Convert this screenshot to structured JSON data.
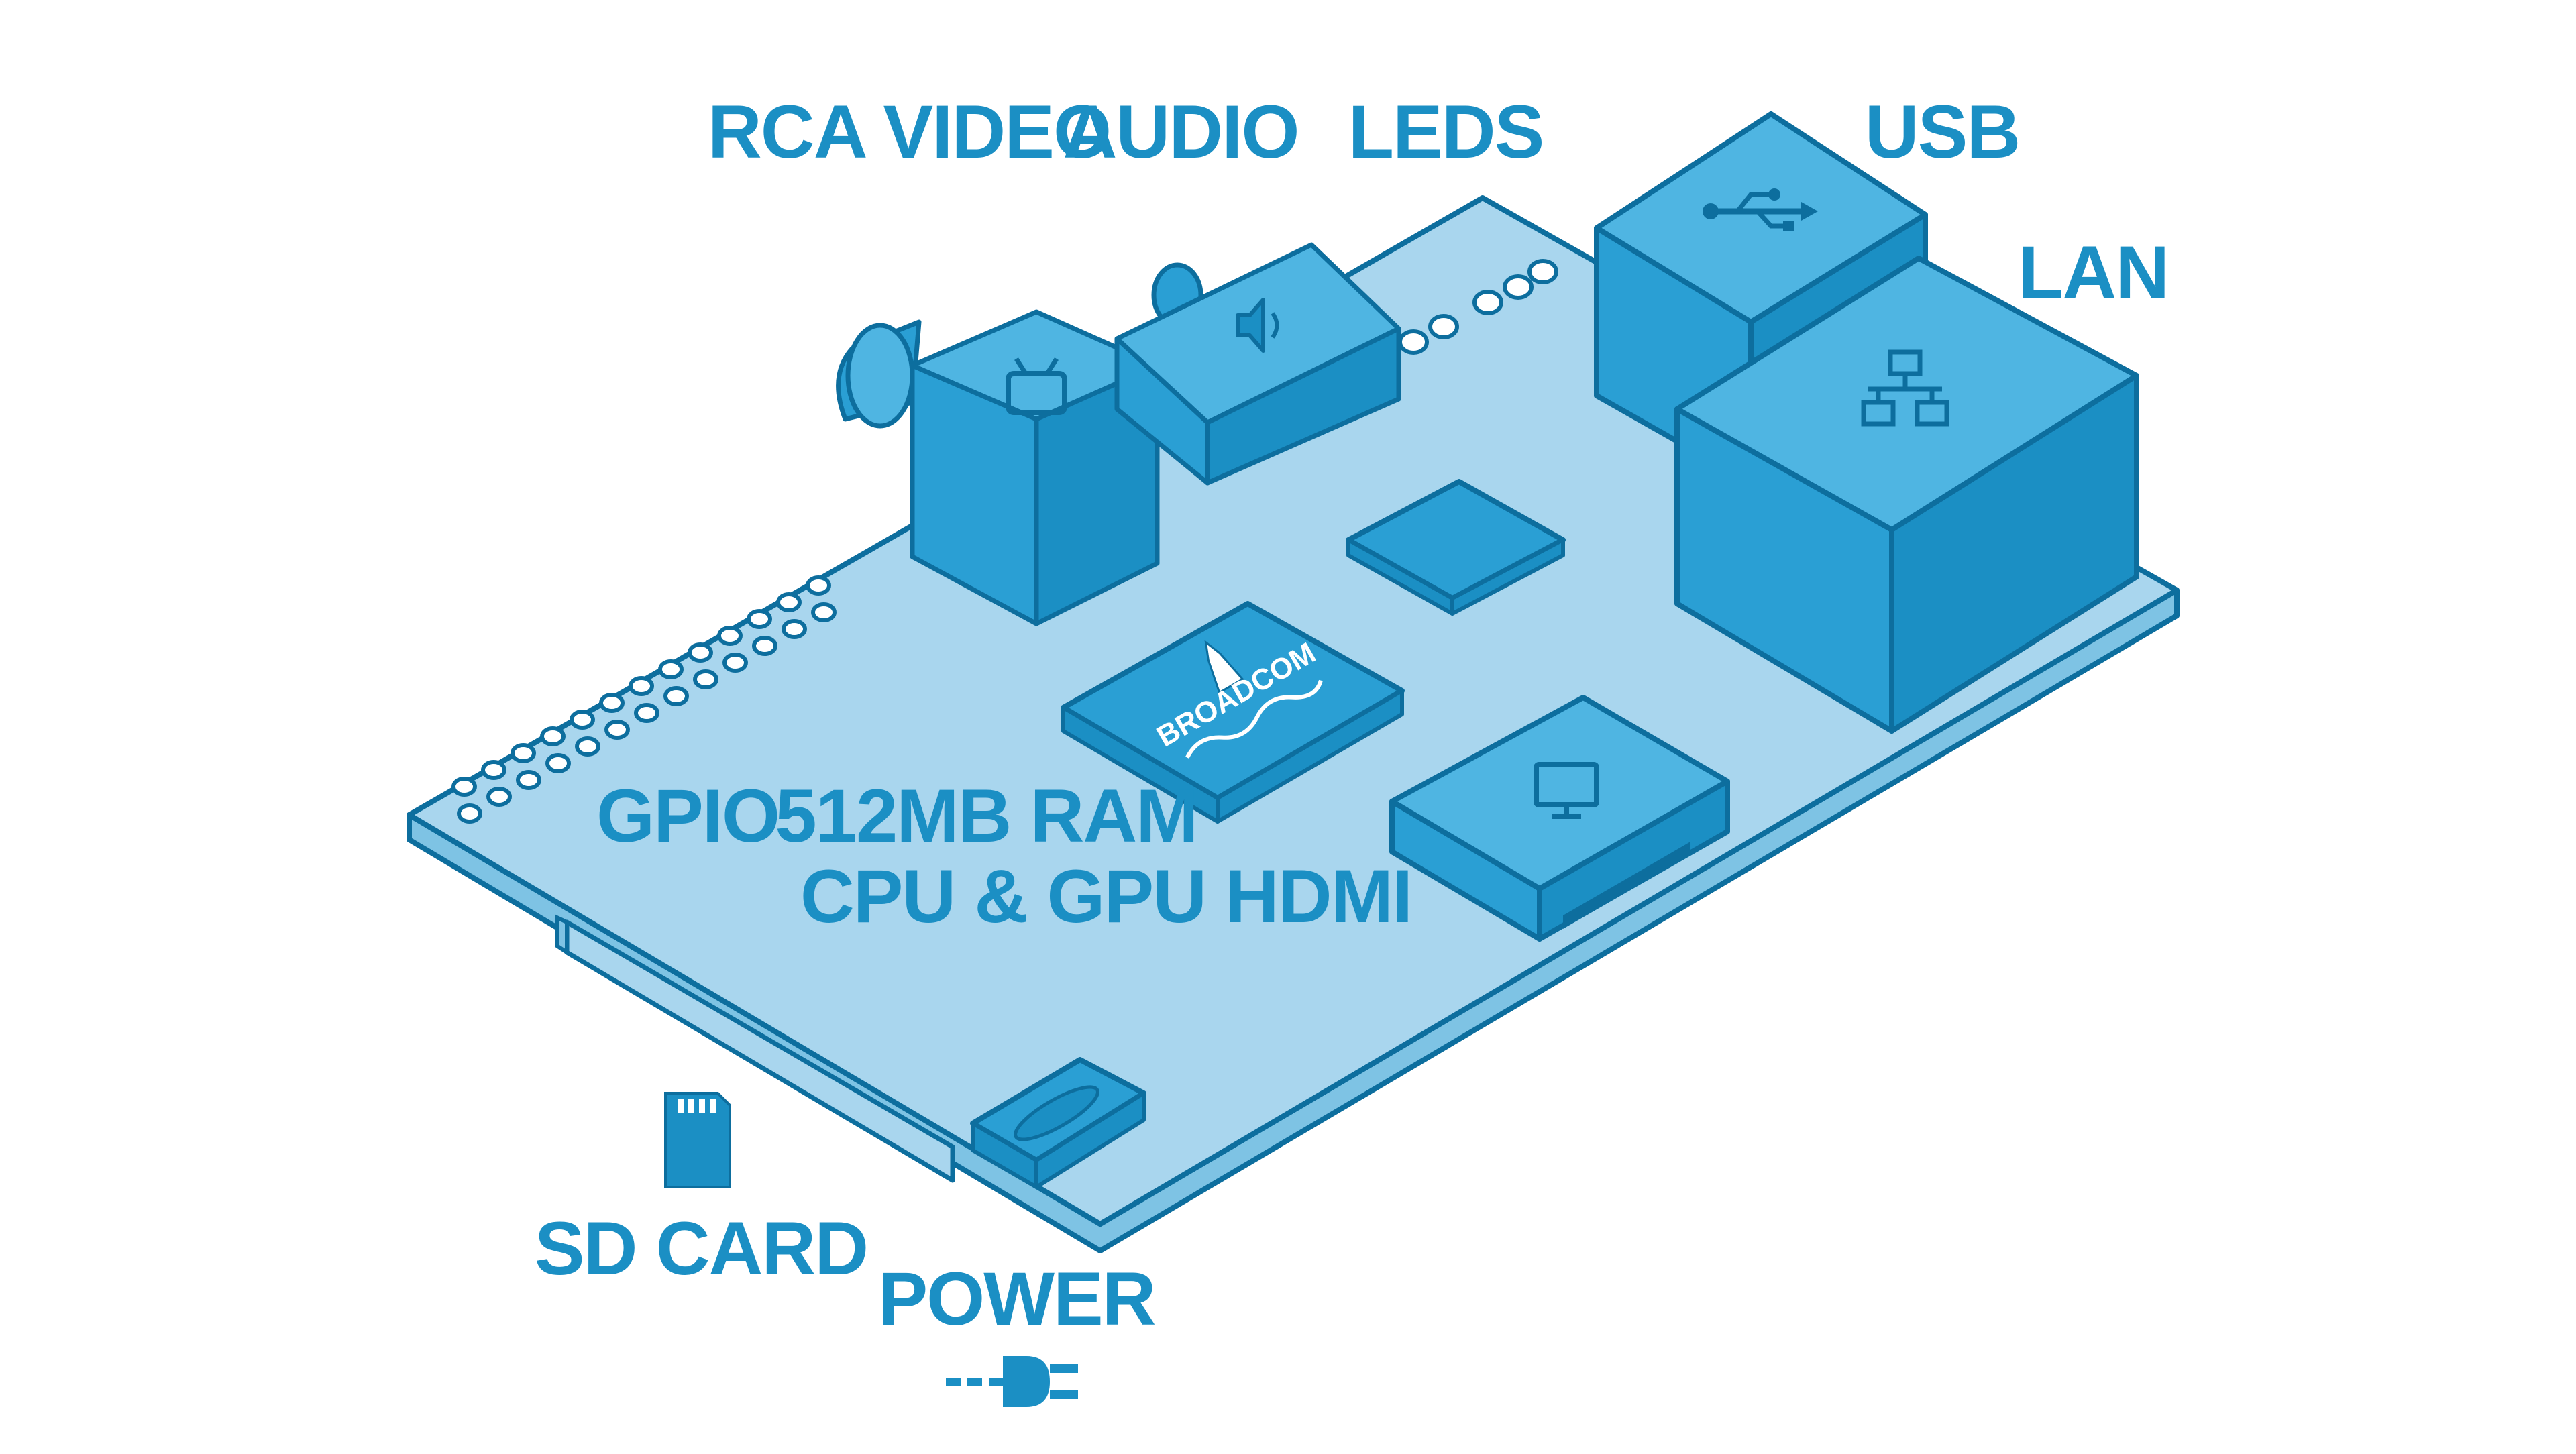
{
  "labels": {
    "rca_video": "RCA VIDEO",
    "audio": "AUDIO",
    "leds": "LEDS",
    "usb": "USB",
    "lan": "LAN",
    "gpio": "GPIO",
    "ram_line1": "512MB RAM",
    "ram_line2": "CPU & GPU",
    "hdmi": "HDMI",
    "sd_card": "SD CARD",
    "power": "POWER"
  },
  "chip_logo_text": "BROADCOM",
  "colors": {
    "board_fill": "#a9d6ee",
    "board_edge": "#7ec3e4",
    "component": "#2a9fd4",
    "component_dark": "#1b8fc4",
    "component_light": "#4fb5e2",
    "outline": "#0d6e9e",
    "label": "#1b8fc4",
    "background": "#ffffff"
  },
  "icons": [
    "tv-icon",
    "speaker-icon",
    "usb-icon",
    "network-icon",
    "monitor-icon",
    "sd-card-icon",
    "power-plug-icon"
  ]
}
